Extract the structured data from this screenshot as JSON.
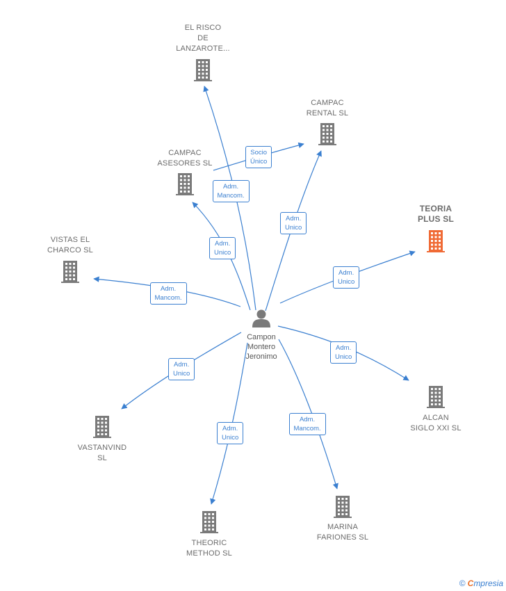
{
  "colors": {
    "edge": "#3a7fd0",
    "building": "#7a7a7a",
    "building_highlight": "#f06a35",
    "person": "#7a7a7a"
  },
  "center": {
    "name_lines": [
      "Campon",
      "Montero",
      "Jeronimo"
    ],
    "icon": "person-icon"
  },
  "nodes": [
    {
      "id": "el-risco",
      "lines": [
        "EL RISCO",
        "DE",
        "LANZAROTE..."
      ],
      "highlight": false
    },
    {
      "id": "campac-rental",
      "lines": [
        "CAMPAC",
        "RENTAL  SL"
      ],
      "highlight": false
    },
    {
      "id": "campac-asesores",
      "lines": [
        "CAMPAC",
        "ASESORES  SL"
      ],
      "highlight": false
    },
    {
      "id": "teoria-plus",
      "lines": [
        "TEORIA",
        "PLUS  SL"
      ],
      "highlight": true
    },
    {
      "id": "vistas-el-charco",
      "lines": [
        "VISTAS EL",
        "CHARCO  SL"
      ],
      "highlight": false
    },
    {
      "id": "alcan-siglo-xxi",
      "lines": [
        "ALCAN",
        "SIGLO XXI  SL"
      ],
      "highlight": false
    },
    {
      "id": "vastanvind",
      "lines": [
        "VASTANVIND",
        "SL"
      ],
      "highlight": false
    },
    {
      "id": "theoric-method",
      "lines": [
        "THEORIC",
        "METHOD  SL"
      ],
      "highlight": false
    },
    {
      "id": "marina-fariones",
      "lines": [
        "MARINA",
        "FARIONES  SL"
      ],
      "highlight": false
    }
  ],
  "edges": [
    {
      "target": "el-risco",
      "label": [
        "Adm.",
        "Mancom."
      ]
    },
    {
      "target": "campac-rental",
      "label": [
        "Socio",
        "Único"
      ]
    },
    {
      "target": "campac-rental",
      "label": [
        "Adm.",
        "Unico"
      ]
    },
    {
      "target": "campac-asesores",
      "label": [
        "Adm.",
        "Unico"
      ]
    },
    {
      "target": "teoria-plus",
      "label": [
        "Adm.",
        "Unico"
      ]
    },
    {
      "target": "vistas-el-charco",
      "label": [
        "Adm.",
        "Mancom."
      ]
    },
    {
      "target": "alcan-siglo-xxi",
      "label": [
        "Adm.",
        "Unico"
      ]
    },
    {
      "target": "vastanvind",
      "label": [
        "Adm.",
        "Unico"
      ]
    },
    {
      "target": "theoric-method",
      "label": [
        "Adm.",
        "Unico"
      ]
    },
    {
      "target": "marina-fariones",
      "label": [
        "Adm.",
        "Mancom."
      ]
    }
  ],
  "footer": {
    "copyright": "©",
    "brand_initial": "C",
    "brand_rest": "mpresia"
  }
}
